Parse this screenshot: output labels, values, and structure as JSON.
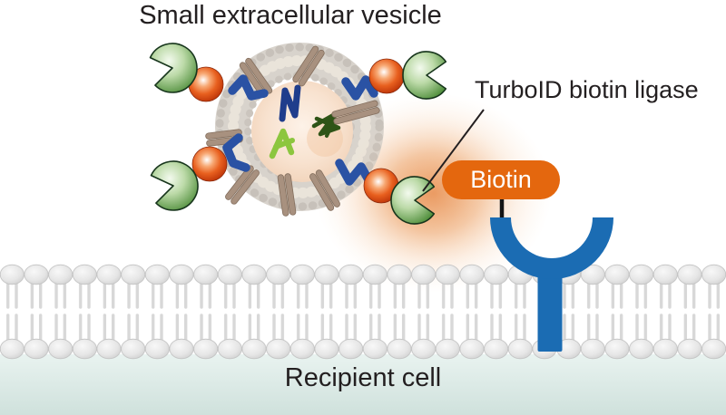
{
  "figure": {
    "title": "Small extracellular vesicle",
    "labels": {
      "turboid": "TurboID biotin ligase",
      "biotin": "Biotin",
      "recipient_cell": "Recipient cell"
    },
    "colors": {
      "text": "#231f20",
      "biotin_capsule_orange": "#e4670e",
      "receptor_blue": "#1b6cb3",
      "turboid_ligase_green": "#4f8e3b",
      "linker_sphere_red": "#d8450f",
      "membrane_anchor_blue": "#2a52a4",
      "transmembrane_protein_brown": "#a8917f",
      "vesicle_membrane_gray": "#d8d3cc",
      "vesicle_core_peach": "#f8e2cf",
      "biotinylation_glow_orange": "#e99458",
      "lipid_head_gray": "#e3e3e3",
      "recipient_cell_teal": "#d9e9e5"
    }
  }
}
